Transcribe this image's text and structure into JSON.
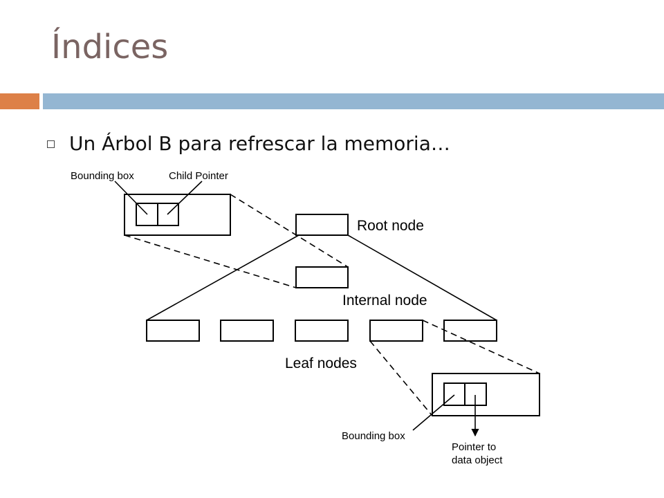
{
  "slide": {
    "title": "Índices",
    "bullet": "Un Árbol B para refrescar la memoria…"
  },
  "diagram": {
    "labels": {
      "root_node": "Root node",
      "internal_node": "Internal node",
      "leaf_nodes": "Leaf nodes",
      "top_bounding_box": "Bounding box",
      "top_child_pointer": "Child Pointer",
      "bottom_bounding_box": "Bounding box",
      "pointer_to_data_line1": "Pointer to",
      "pointer_to_data_line2": "data object"
    }
  },
  "colors": {
    "title": "#7a6462",
    "accent_bar": "#dd8047",
    "title_bar": "#94b6d2"
  }
}
